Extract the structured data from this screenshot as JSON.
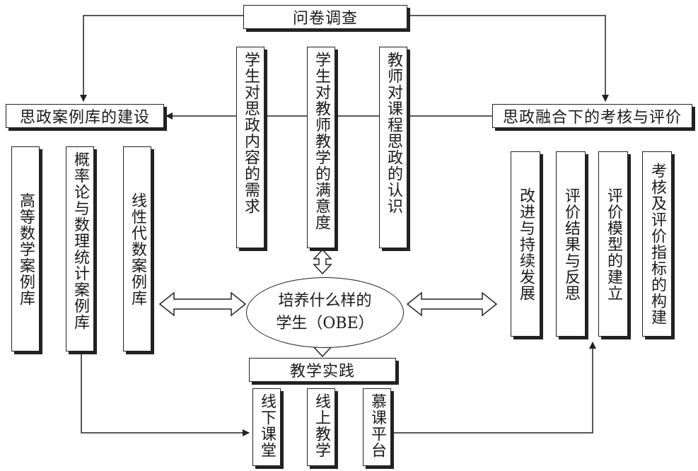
{
  "survey": "问卷调查",
  "case_library": "思政案例库的建设",
  "assessment": "思政融合下的考核与评价",
  "center": {
    "line1": "培养什么样的",
    "line2": "学生（OBE）"
  },
  "practice": "教学实践",
  "survey_items": [
    "学生对思政内容的需求",
    "学生对教师教学的满意度",
    "教师对课程思政的认识"
  ],
  "case_items": [
    "高等数学案例库",
    "概率论与数理统计案例库",
    "线性代数案例库"
  ],
  "assessment_items": [
    "改进与持续发展",
    "评价结果与反思",
    "评价模型的建立",
    "考核及评价指标的构建"
  ],
  "practice_items": [
    "线下课堂",
    "线上教学",
    "慕课平台"
  ]
}
